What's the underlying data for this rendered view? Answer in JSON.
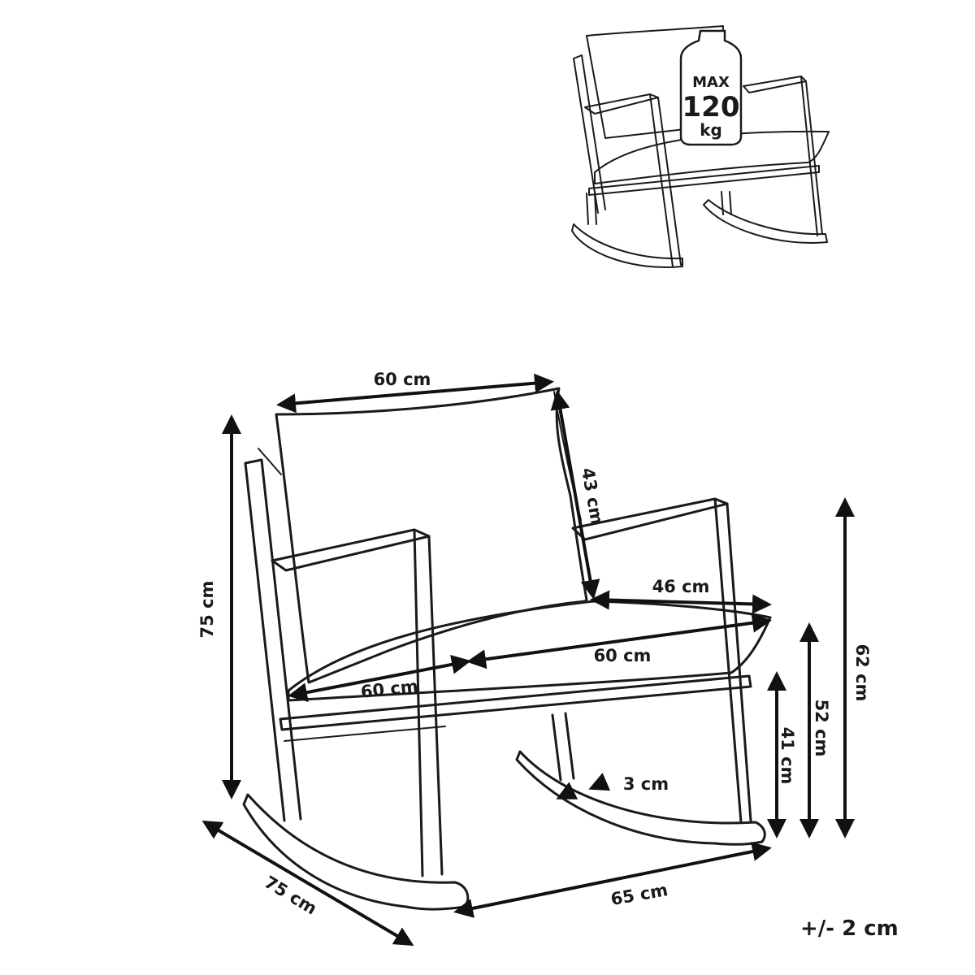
{
  "badge": {
    "line1": "MAX",
    "line2": "120",
    "line3": "kg"
  },
  "dimensions": {
    "back_width": "60 cm",
    "back_height": "43 cm",
    "total_height": "75 cm",
    "seat_depth": "46 cm",
    "seat_width": "60 cm",
    "seat_width_front": "60 cm",
    "armrest_height": "62 cm",
    "seat_back_height": "52 cm",
    "seat_height": "41 cm",
    "rocker_thickness": "3 cm",
    "depth": "75 cm",
    "width": "65 cm"
  },
  "tolerance": "+/- 2 cm"
}
